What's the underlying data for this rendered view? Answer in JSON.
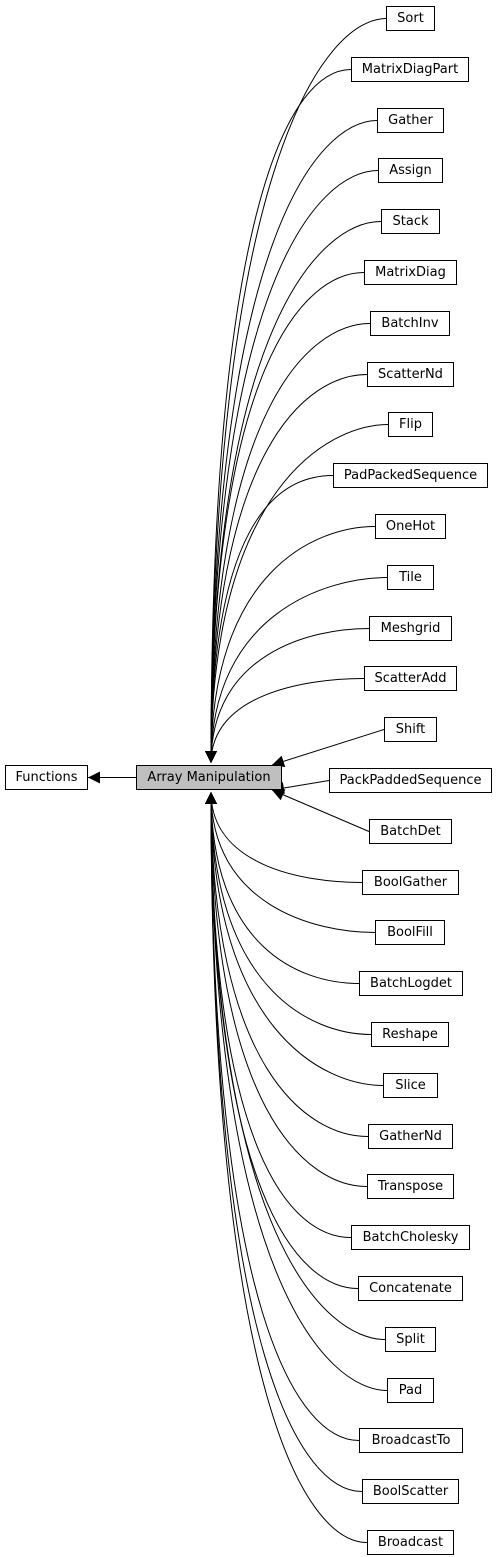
{
  "graph": {
    "root": {
      "id": "functions",
      "label": "Functions"
    },
    "center": {
      "id": "array-manipulation",
      "label": "Array Manipulation"
    },
    "children": [
      {
        "id": "sort",
        "label": "Sort"
      },
      {
        "id": "matrixdiagpart",
        "label": "MatrixDiagPart"
      },
      {
        "id": "gather",
        "label": "Gather"
      },
      {
        "id": "assign",
        "label": "Assign"
      },
      {
        "id": "stack",
        "label": "Stack"
      },
      {
        "id": "matrixdiag",
        "label": "MatrixDiag"
      },
      {
        "id": "batchinv",
        "label": "BatchInv"
      },
      {
        "id": "scatternd",
        "label": "ScatterNd"
      },
      {
        "id": "flip",
        "label": "Flip"
      },
      {
        "id": "padpackedsequence",
        "label": "PadPackedSequence"
      },
      {
        "id": "onehot",
        "label": "OneHot"
      },
      {
        "id": "tile",
        "label": "Tile"
      },
      {
        "id": "meshgrid",
        "label": "Meshgrid"
      },
      {
        "id": "scatteradd",
        "label": "ScatterAdd"
      },
      {
        "id": "shift",
        "label": "Shift"
      },
      {
        "id": "packpaddedsequence",
        "label": "PackPaddedSequence"
      },
      {
        "id": "batchdet",
        "label": "BatchDet"
      },
      {
        "id": "boolgather",
        "label": "BoolGather"
      },
      {
        "id": "boolfill",
        "label": "BoolFill"
      },
      {
        "id": "batchlogdet",
        "label": "BatchLogdet"
      },
      {
        "id": "reshape",
        "label": "Reshape"
      },
      {
        "id": "slice",
        "label": "Slice"
      },
      {
        "id": "gathernd",
        "label": "GatherNd"
      },
      {
        "id": "transpose",
        "label": "Transpose"
      },
      {
        "id": "batchcholesky",
        "label": "BatchCholesky"
      },
      {
        "id": "concatenate",
        "label": "Concatenate"
      },
      {
        "id": "split",
        "label": "Split"
      },
      {
        "id": "pad",
        "label": "Pad"
      },
      {
        "id": "broadcastto",
        "label": "BroadcastTo"
      },
      {
        "id": "boolscatter",
        "label": "BoolScatter"
      },
      {
        "id": "broadcast",
        "label": "Broadcast"
      }
    ],
    "center_fill": "#bfbfbf",
    "node_fill": "#ffffff",
    "edge_color": "#000000"
  }
}
